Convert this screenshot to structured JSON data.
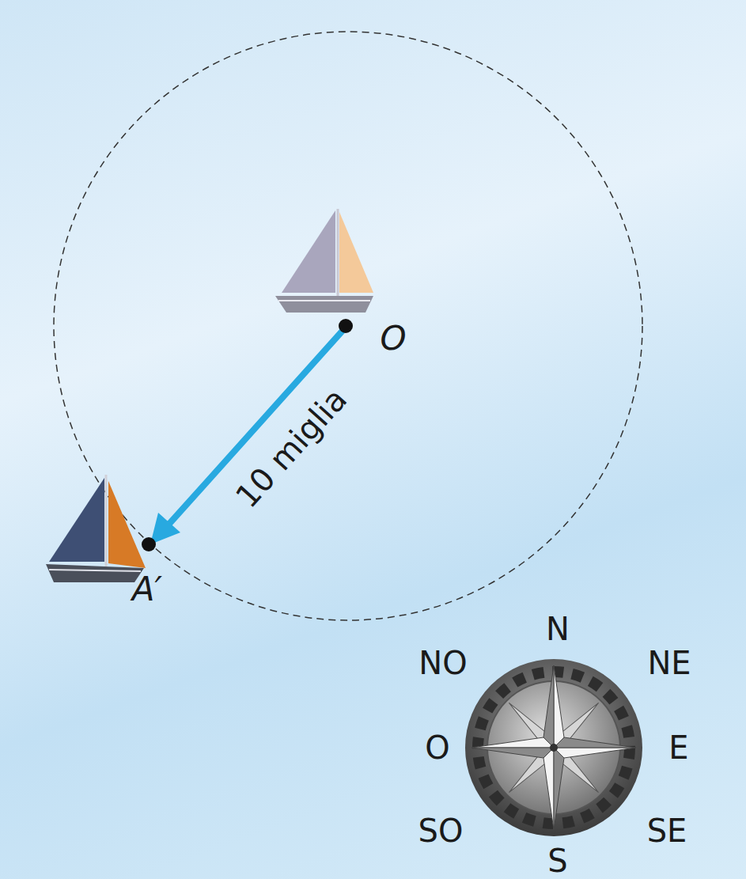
{
  "diagram": {
    "labels": [
      "O",
      "A′",
      "10 miglia",
      "N",
      "NO",
      "NE",
      "O",
      "E",
      "SO",
      "SE",
      "S"
    ]
  }
}
